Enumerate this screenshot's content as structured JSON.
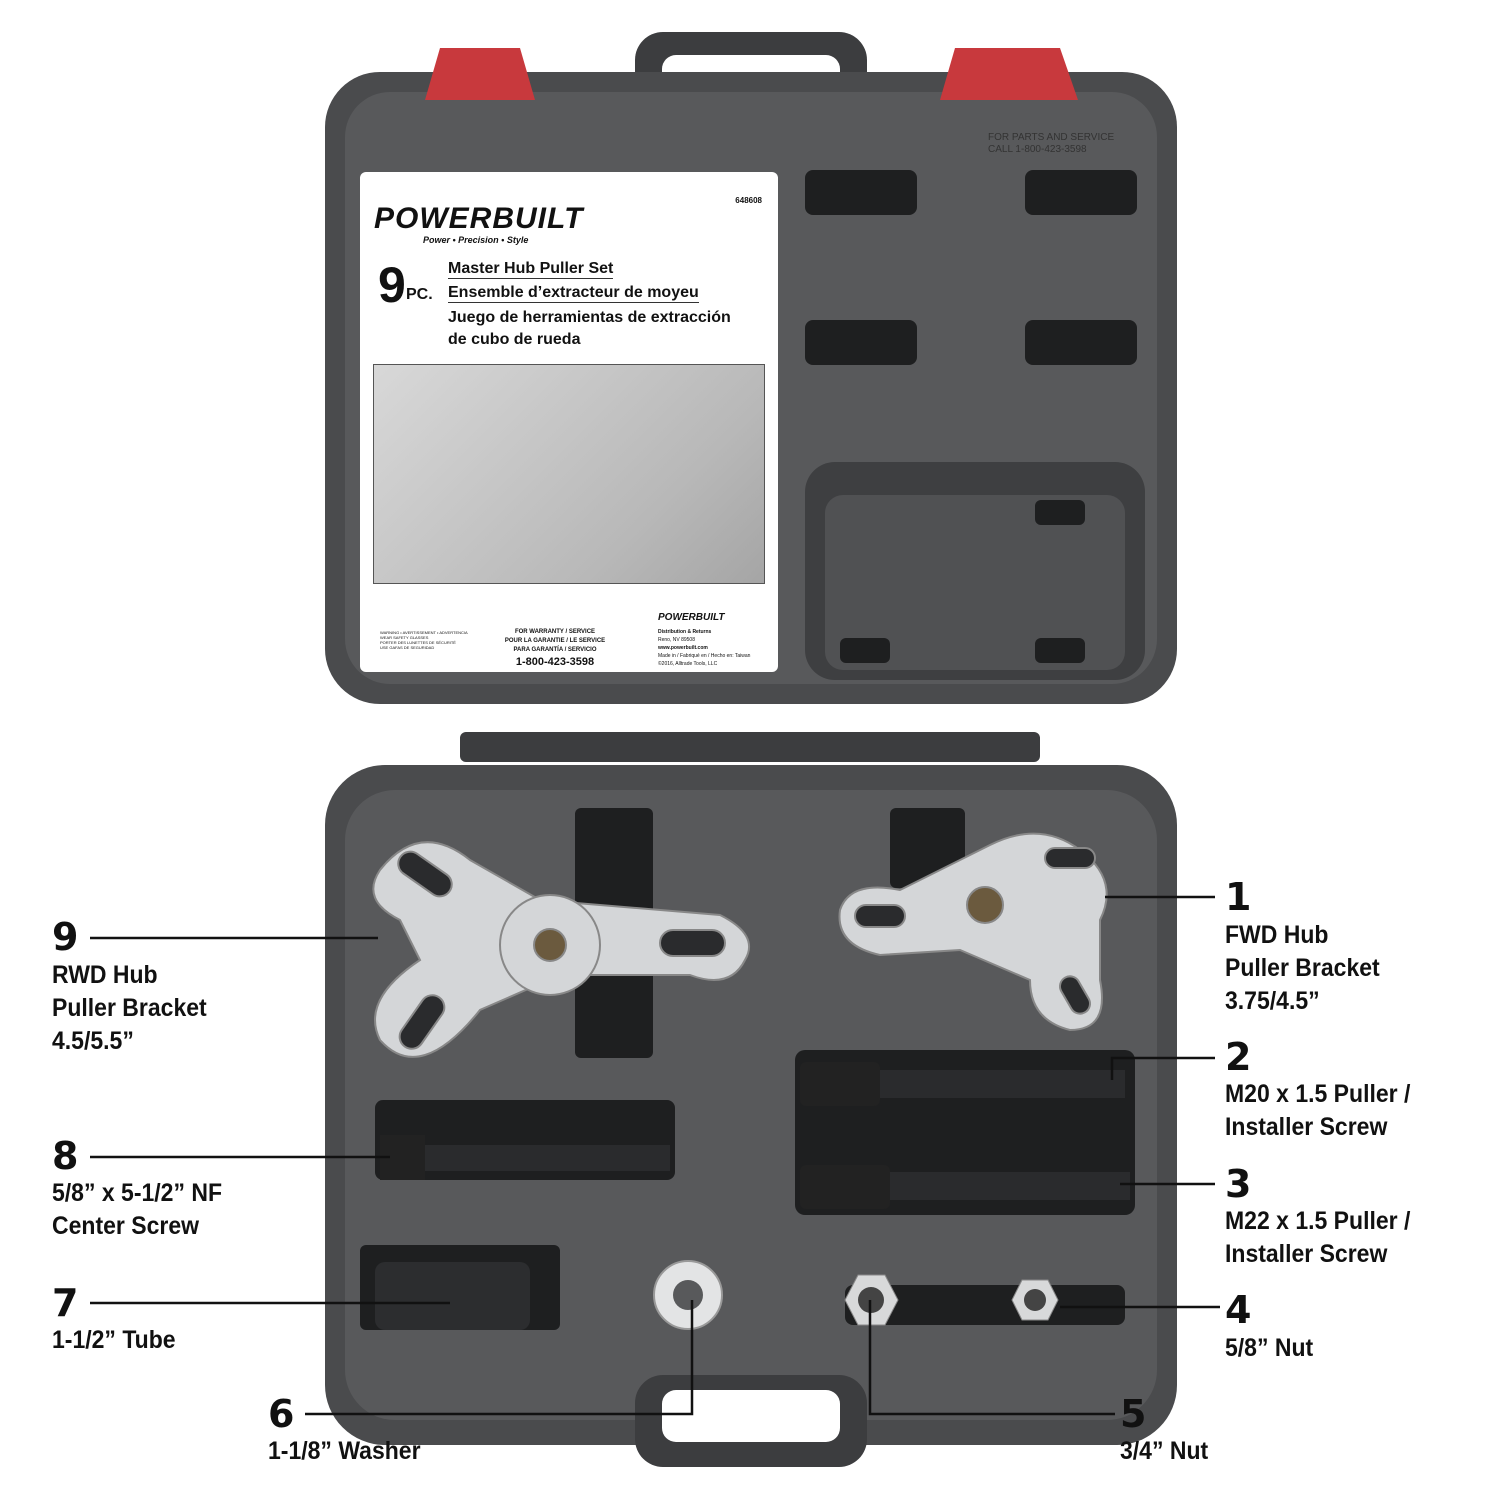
{
  "case": {
    "lid_embossed_text": [
      "FOR PARTS AND SERVICE",
      "CALL 1-800-423-3598"
    ],
    "colors": {
      "case": "#4a4b4d",
      "latch": "#c8393d",
      "background": "#ffffff"
    }
  },
  "card": {
    "part_number": "648608",
    "brand": "POWERBUILT",
    "tagline": "Power • Precision • Style",
    "piece_count": "9",
    "piece_unit": "PC.",
    "title_en": "Master Hub Puller Set",
    "title_fr": "Ensemble d’extracteur de moyeu",
    "title_es_1": "Juego de herramientas de extracción",
    "title_es_2": "de cubo de rueda",
    "warranty": [
      "FOR WARRANTY / SERVICE",
      "POUR LA GARANTIE / LE SERVICE",
      "PARA GARANTÍA / SERVICIO"
    ],
    "phone": "1-800-423-3598",
    "safety": [
      "WARNING • AVERTISSEMENT • ADVERTENCIA",
      "WEAR SAFETY GLASSES",
      "PORTER DES LUNETTES DE SÉCURITÉ",
      "USE GAFAS DE SEGURIDAD"
    ],
    "footer_brand": "POWERBUILT",
    "distribution": [
      "Distribution & Returns",
      "Reno, NV 89508",
      "www.powerbuilt.com",
      "Made in / Fabriqué en / Hecho en: Taiwan",
      "©2016, Alltrade Tools, LLC"
    ]
  },
  "callouts": [
    {
      "number": "1",
      "lines": [
        "FWD Hub",
        "Puller Bracket",
        "3.75/4.5”"
      ]
    },
    {
      "number": "2",
      "lines": [
        "M20 x 1.5 Puller /",
        "Installer Screw"
      ]
    },
    {
      "number": "3",
      "lines": [
        "M22 x 1.5 Puller /",
        "Installer Screw"
      ]
    },
    {
      "number": "4",
      "lines": [
        "5/8” Nut"
      ]
    },
    {
      "number": "5",
      "lines": [
        "3/4” Nut"
      ]
    },
    {
      "number": "6",
      "lines": [
        "1-1/8” Washer"
      ]
    },
    {
      "number": "7",
      "lines": [
        "1-1/2” Tube"
      ]
    },
    {
      "number": "8",
      "lines": [
        "5/8” x 5-1/2” NF",
        "Center Screw"
      ]
    },
    {
      "number": "9",
      "lines": [
        "RWD Hub",
        "Puller Bracket",
        "4.5/5.5”"
      ]
    }
  ]
}
